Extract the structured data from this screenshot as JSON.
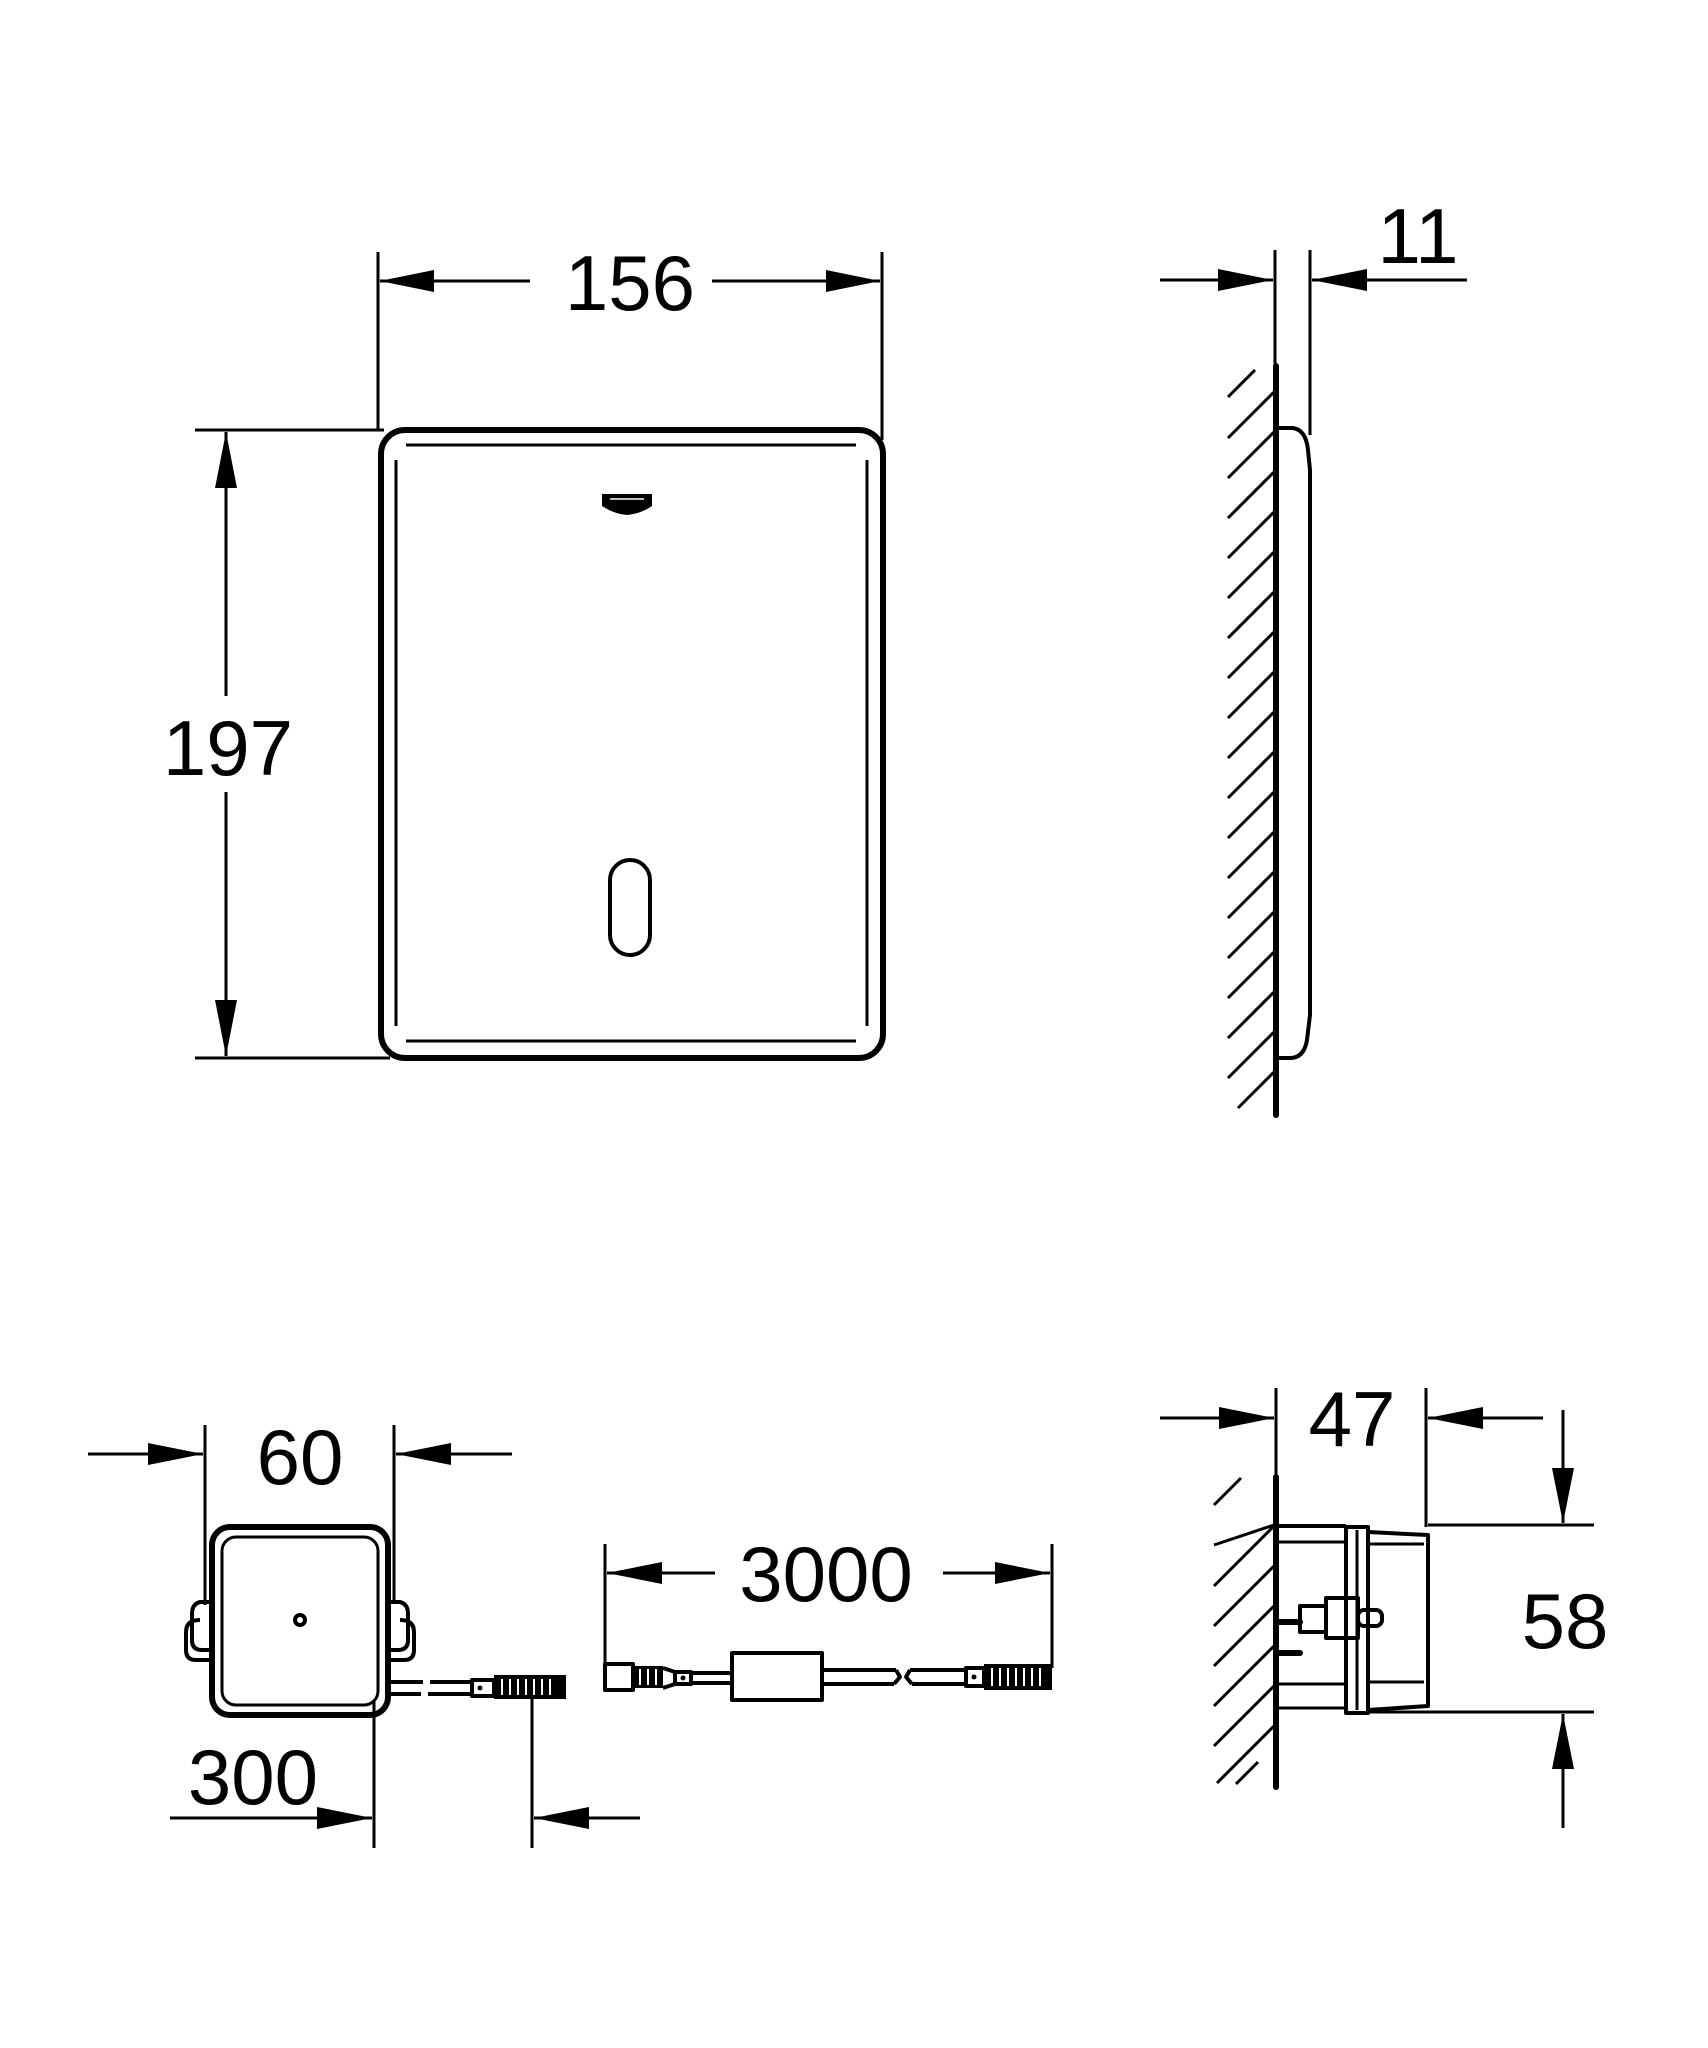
{
  "colors": {
    "line": "#000000",
    "background": "#ffffff"
  },
  "views": {
    "front_plate": {
      "label": "front view of flush plate",
      "dimensions": {
        "width": "156",
        "height": "197"
      },
      "features": [
        "logo",
        "sensor-window"
      ]
    },
    "side_plate": {
      "label": "side view of flush plate on wall",
      "dimensions": {
        "depth": "11"
      }
    },
    "control_module": {
      "label": "control module with cable",
      "dimensions": {
        "width": "60",
        "cable_length": "300"
      }
    },
    "extension_cable": {
      "label": "extension cable with in-line box",
      "dimensions": {
        "length": "3000"
      }
    },
    "module_side": {
      "label": "side view of module on wall",
      "dimensions": {
        "depth": "47",
        "height": "58"
      }
    }
  }
}
